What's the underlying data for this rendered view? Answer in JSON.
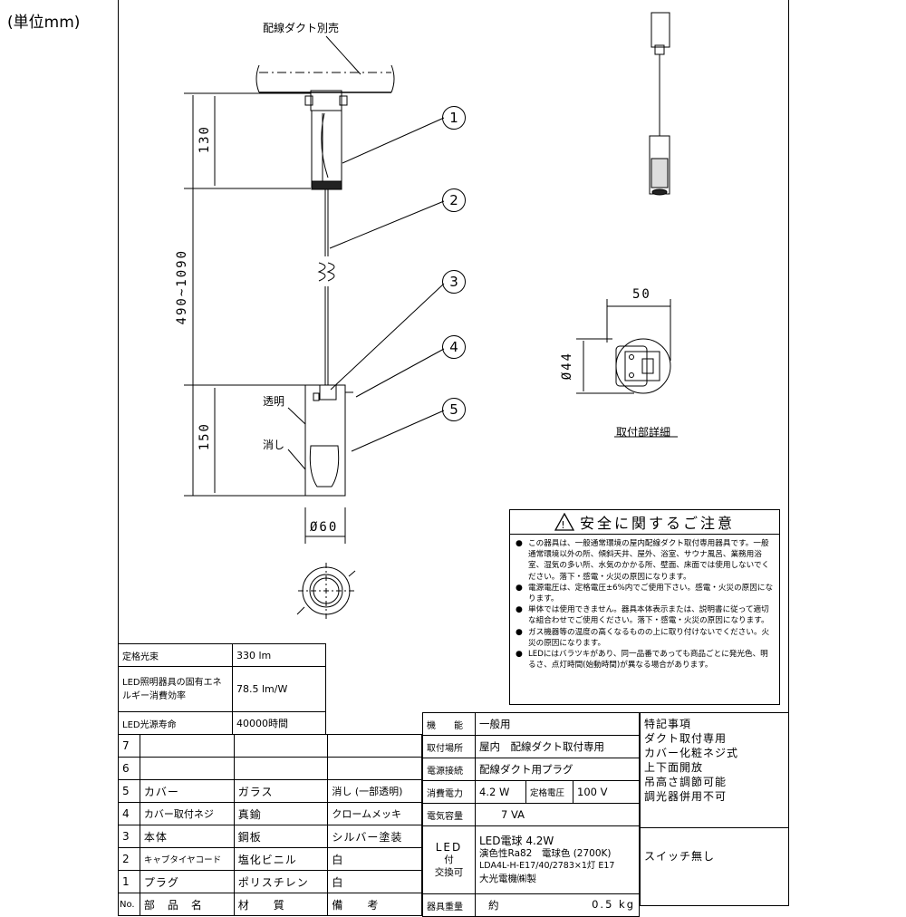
{
  "unit_label": "(単位mm)",
  "drawing": {
    "duct_label": "配線ダクト別売",
    "dim_130": "130",
    "dim_range": "490~1090",
    "dim_150": "150",
    "dim_dia60": "Ø60",
    "label_clear": "透明",
    "label_frosted": "消し",
    "callouts": [
      "1",
      "2",
      "3",
      "4",
      "5"
    ],
    "detail_dim_50": "50",
    "detail_dim_dia44": "Ø44",
    "detail_caption": "取付部詳細"
  },
  "safety": {
    "title": "安全に関するご注意",
    "items": [
      "この器具は、一般通常環境の屋内配線ダクト取付専用器具です。一般通常環境以外の所、傾斜天井、屋外、浴室、サウナ風呂、業務用浴室、湿気の多い所、水気のかかる所、壁面、床面では使用しないでください。落下・感電・火災の原因になります。",
      "電源電圧は、定格電圧±6%内でご使用下さい。感電・火災の原因になります。",
      "単体では使用できません。器具本体表示または、説明書に従って適切な組合わせでご使用ください。落下・感電・火災の原因になります。",
      "ガス機器等の温度の高くなるものの上に取り付けないでください。火災の原因になります。",
      "LEDにはバラツキがあり、同一品番であっても商品ごとに発光色、明るさ、点灯時間(始動時間)が異なる場合があります。"
    ]
  },
  "spec": {
    "rows": [
      {
        "label": "定格光束",
        "value": "330 lm"
      },
      {
        "label": "LED照明器具の固有エネルギー消費効率",
        "value": "78.5 lm/W"
      },
      {
        "label": "LED光源寿命",
        "value": "40000時間"
      }
    ]
  },
  "parts": {
    "header": {
      "no": "No.",
      "name": "部　品　名",
      "material": "材　　質",
      "note": "備　　考"
    },
    "rows": [
      {
        "no": "7",
        "name": "",
        "material": "",
        "note": ""
      },
      {
        "no": "6",
        "name": "",
        "material": "",
        "note": ""
      },
      {
        "no": "5",
        "name": "カバー",
        "material": "ガラス",
        "note": "消し (一部透明)"
      },
      {
        "no": "4",
        "name": "カバー取付ネジ",
        "material": "真鍮",
        "note": "クロームメッキ"
      },
      {
        "no": "3",
        "name": "本体",
        "material": "鋼板",
        "note": "シルバー塗装"
      },
      {
        "no": "2",
        "name": "キャブタイヤコード",
        "material": "塩化ビニル",
        "note": "白"
      },
      {
        "no": "1",
        "name": "プラグ",
        "material": "ポリスチレン",
        "note": "白"
      }
    ]
  },
  "info": {
    "function_label": "機　　能",
    "function_value": "一般用",
    "location_label": "取付場所",
    "location_value": "屋内　配線ダクト取付専用",
    "connection_label": "電源接続",
    "connection_value": "配線ダクト用プラグ",
    "power_label": "消費電力",
    "power_value": "4.2 W",
    "voltage_label": "定格電圧",
    "voltage_value": "100 V",
    "capacity_label": "電気容量",
    "capacity_value": "7 VA",
    "led_label_1": "LED",
    "led_label_2": "付",
    "led_label_3": "交換可",
    "led_line1": "LED電球 4.2W",
    "led_line2": "演色性Ra82　電球色 (2700K)",
    "led_line3": "LDA4L-H-E17/40/2783×1灯 E17",
    "led_line4": "大光電機㈱製",
    "weight_label": "器具重量",
    "weight_prefix": "約",
    "weight_value": "0.5 kg"
  },
  "notes": {
    "title": "特記事項",
    "lines": [
      "ダクト取付専用",
      "カバー化粧ネジ式",
      "上下面開放",
      "吊高さ調節可能",
      "調光器併用不可"
    ],
    "switch": "スイッチ無し"
  }
}
